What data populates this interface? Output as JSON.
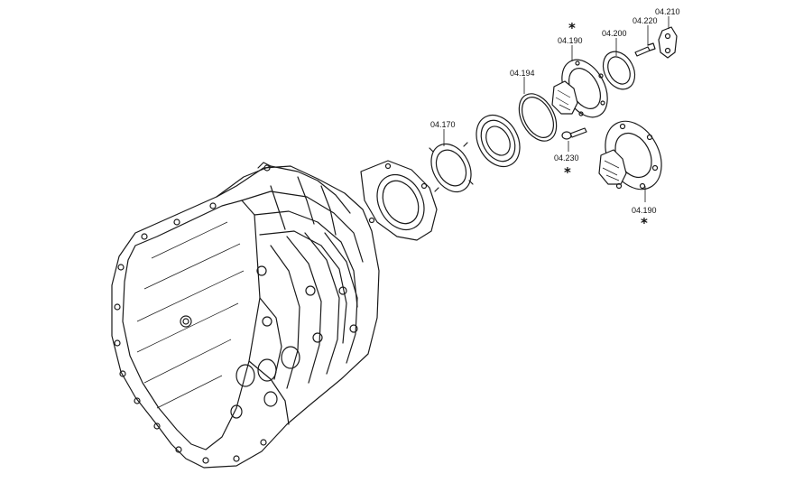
{
  "labels": {
    "p04210": "04.210",
    "p04220": "04.220",
    "p04200": "04.200",
    "p04190_top": "04.190",
    "p04194": "04.194",
    "p04170": "04.170",
    "p04230": "04.230",
    "p04190_bottom": "04.190"
  },
  "marks": {
    "star": "*"
  }
}
